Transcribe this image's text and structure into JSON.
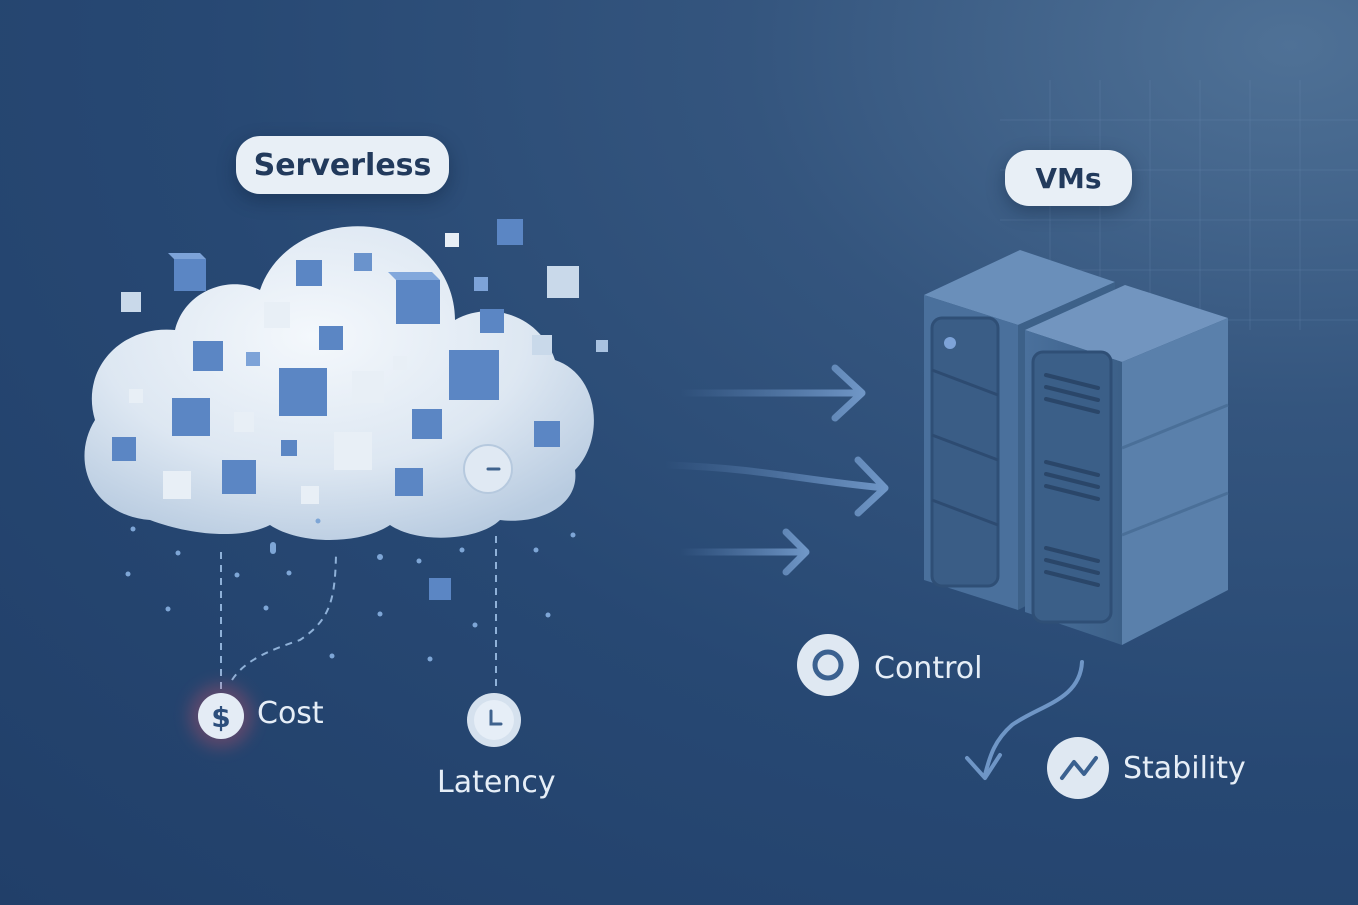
{
  "labels": {
    "serverless": "Serverless",
    "vms": "VMs",
    "cost": "Cost",
    "latency": "Latency",
    "control": "Control",
    "stability": "Stability"
  },
  "icons": {
    "cost": "dollar-icon",
    "latency": "clock-icon",
    "control": "circle-icon",
    "stability": "trend-line-icon",
    "flow": "arrow-right-icon"
  },
  "colors": {
    "background": "#274873",
    "pill": "#e8eff6",
    "cloud": "#e4ecf5",
    "cube": "#5b86c4",
    "server": "#5a80ab",
    "text": "#e6eef7"
  }
}
